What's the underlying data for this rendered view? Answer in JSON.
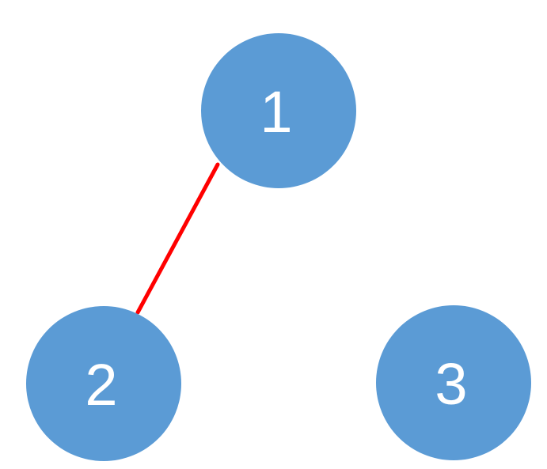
{
  "diagram": {
    "type": "graph",
    "title": "",
    "nodes": [
      {
        "id": "node-1",
        "label": "1"
      },
      {
        "id": "node-2",
        "label": "2"
      },
      {
        "id": "node-3",
        "label": "3"
      }
    ],
    "edges": [
      {
        "from": "1",
        "to": "2",
        "style": "solid"
      }
    ],
    "colors": {
      "node_fill": "#5b9bd5",
      "edge_stroke": "#ff0000",
      "label_text": "#ffffff",
      "background": "#ffffff"
    }
  }
}
